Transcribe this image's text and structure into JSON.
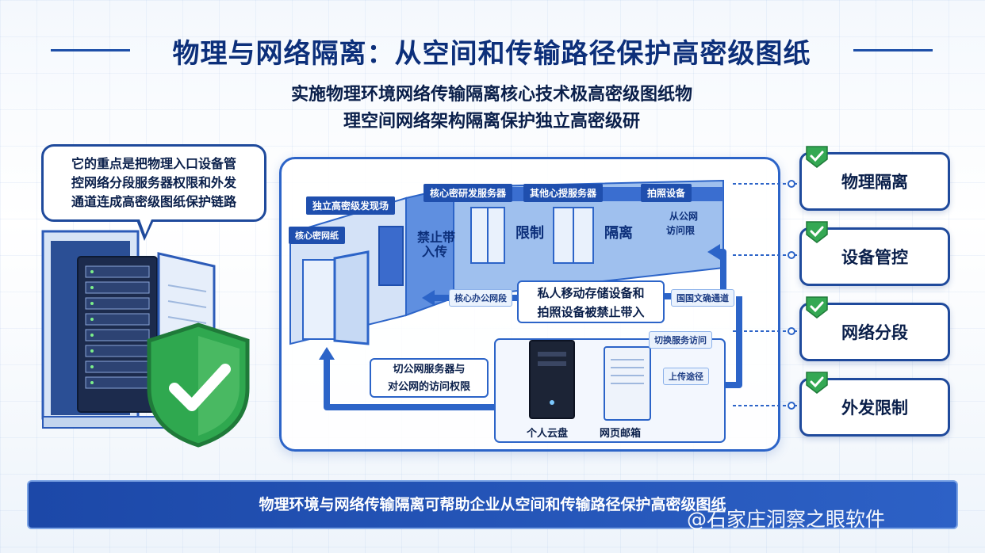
{
  "title": "物理与网络隔离：从空间和传输路径保护高密级图纸",
  "subtitle_line1": "实施物理环境网络传输隔离核心技术极高密级图纸物",
  "subtitle_line2": "理空间网络架构隔离保护独立高密级研",
  "bubble": {
    "line1": "它的重点是把物理入口设备管",
    "line2": "控网络分段服务器权限和外发",
    "line3": "通道连成高密级图纸保护链路"
  },
  "diagram": {
    "zone_left": "独立高密级发现场",
    "zone_core_door": "核心密网纸",
    "zone_header_1": "核心密研发服务器",
    "zone_header_2": "其他心授服务器",
    "zone_header_3": "拍照设备",
    "wall_ban": "禁止带",
    "wall_ban2": "入传",
    "wall_limit": "限制",
    "wall_isolate": "隔离",
    "wall_public": "从公网",
    "wall_public2": "访问限",
    "center_box_line1": "私人移动存储设备和",
    "center_box_line2": "拍照设备被禁止带入",
    "tag_left": "核心办公网段",
    "tag_right": "国国文确通道",
    "tag_access": "切换服务访问",
    "tag_upload": "上传途径",
    "perm_box_line1": "切公网服务器与",
    "perm_box_line2": "对公网的访问权限",
    "server_label": "个人云盘",
    "mail_label": "网页邮箱",
    "colors": {
      "primary": "#1f4fae",
      "accent": "#2c64c8",
      "check": "#34a853"
    }
  },
  "cards": [
    {
      "label": "物理隔离",
      "icon": "check-icon"
    },
    {
      "label": "设备管控",
      "icon": "check-icon"
    },
    {
      "label": "网络分段",
      "icon": "check-icon"
    },
    {
      "label": "外发限制",
      "icon": "check-icon"
    }
  ],
  "banner": "物理环境与网络传输隔离可帮助企业从空间和传输路径保护高密级图纸",
  "watermark": "@石家庄洞察之眼软件"
}
